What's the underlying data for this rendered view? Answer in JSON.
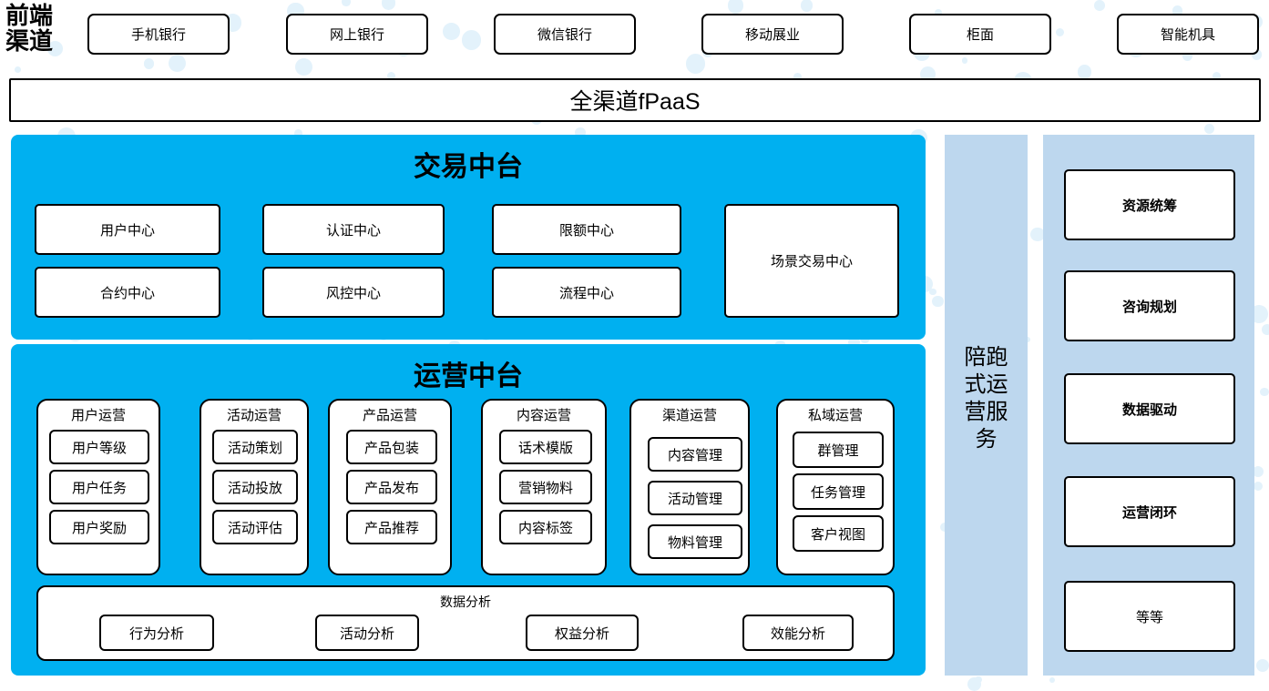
{
  "colors": {
    "cyan_panel": "#00B0F0",
    "light_blue_panel": "#BDD7EE",
    "dot": "#E3F2FB",
    "box_border": "#000000",
    "box_fill": "#FFFFFF"
  },
  "front_channel": {
    "label": "前端\n渠道",
    "label_line1": "前端",
    "label_line2": "渠道",
    "items": [
      {
        "label": "手机银行"
      },
      {
        "label": "网上银行"
      },
      {
        "label": "微信银行"
      },
      {
        "label": "移动展业"
      },
      {
        "label": "柜面"
      },
      {
        "label": "智能机具"
      }
    ]
  },
  "fpaas": {
    "label": "全渠道fPaaS"
  },
  "trade_center": {
    "title": "交易中台",
    "boxes": [
      {
        "label": "用户中心"
      },
      {
        "label": "认证中心"
      },
      {
        "label": "限额中心"
      },
      {
        "label": "合约中心"
      },
      {
        "label": "风控中心"
      },
      {
        "label": "流程中心"
      }
    ],
    "tall_box": {
      "label": "场景交易中心"
    }
  },
  "ops_center": {
    "title": "运营中台",
    "groups": [
      {
        "title": "用户运营",
        "items": [
          "用户等级",
          "用户任务",
          "用户奖励"
        ]
      },
      {
        "title": "活动运营",
        "items": [
          "活动策划",
          "活动投放",
          "活动评估"
        ]
      },
      {
        "title": "产品运营",
        "items": [
          "产品包装",
          "产品发布",
          "产品推荐"
        ]
      },
      {
        "title": "内容运营",
        "items": [
          "话术模版",
          "营销物料",
          "内容标签"
        ]
      },
      {
        "title": "渠道运营",
        "items": [
          "内容管理",
          "活动管理",
          "物料管理"
        ]
      },
      {
        "title": "私域运营",
        "items": [
          "群管理",
          "任务管理",
          "客户视图"
        ]
      }
    ],
    "data_analysis": {
      "title": "数据分析",
      "items": [
        "行为分析",
        "活动分析",
        "权益分析",
        "效能分析"
      ]
    }
  },
  "service_column": {
    "label": "陪跑式运营服务",
    "label_lines": [
      "陪跑",
      "式运",
      "营服",
      "务"
    ]
  },
  "service_panel": {
    "items": [
      {
        "label": "资源统筹",
        "bold": true
      },
      {
        "label": "咨询规划",
        "bold": true
      },
      {
        "label": "数据驱动",
        "bold": true
      },
      {
        "label": "运营闭环",
        "bold": true
      },
      {
        "label": "等等",
        "bold": false
      }
    ]
  }
}
